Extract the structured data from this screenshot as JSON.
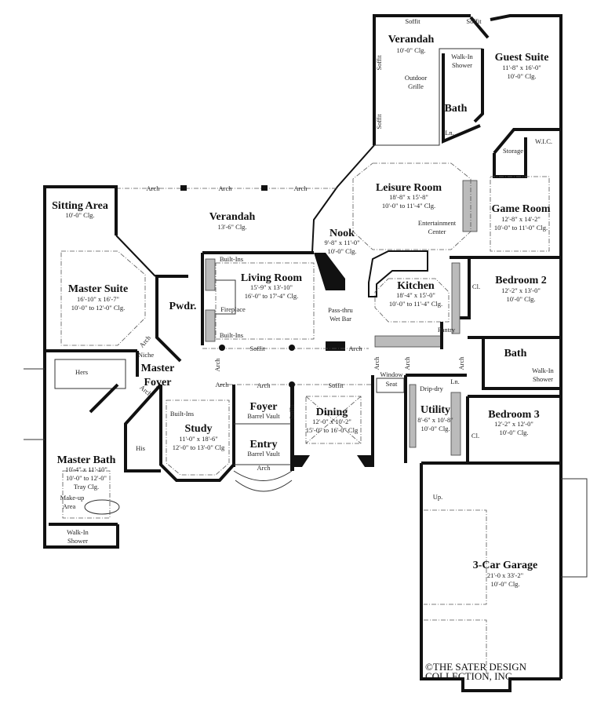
{
  "rooms": [
    {
      "name": "Verandah",
      "ceiling": "10'-0\" Clg."
    },
    {
      "name": "Guest Suite",
      "size": "11'-8\" x 16'-0\"",
      "ceiling": "10'-0\" Clg."
    },
    {
      "name": "Bath"
    },
    {
      "name": "Storage"
    },
    {
      "name": "W.I.C."
    },
    {
      "name": "Leisure Room",
      "size": "18'-8\" x 15'-8\"",
      "ceiling": "10'-0\" to 11'-4\" Clg."
    },
    {
      "name": "Game Room",
      "size": "12'-8\" x 14'-2\"",
      "ceiling": "10'-0\" to 11'-0\" Clg."
    },
    {
      "name": "Nook",
      "size": "9'-8\" x 11'-0\"",
      "ceiling": "10'-0\"  Clg."
    },
    {
      "name": "Kitchen",
      "size": "18'-4\" x 15'-0\"",
      "ceiling": "10'-0\" to 11'-4\" Clg."
    },
    {
      "name": "Bedroom 2",
      "size": "12'-2\" x 13'-0\"",
      "ceiling": "10'-0\"  Clg."
    },
    {
      "name": "Bath"
    },
    {
      "name": "Bedroom 3",
      "size": "12'-2\" x 12'-0\"",
      "ceiling": "10'-0\"  Clg."
    },
    {
      "name": "Utility",
      "size": "8'-6\" x 10'-8\"",
      "ceiling": "10'-0\" Clg."
    },
    {
      "name": "3-Car Garage",
      "size": "21'-0 x 33'-2\"",
      "ceiling": "10'-0\"  Clg."
    },
    {
      "name": "Sitting Area",
      "ceiling": "10'-0\" Clg."
    },
    {
      "name": "Verandah",
      "ceiling": "13'-6\" Clg."
    },
    {
      "name": "Master Suite",
      "size": "16'-10\" x 16'-7\"",
      "ceiling": "10'-0\" to 12'-0\" Clg."
    },
    {
      "name": "Pwdr."
    },
    {
      "name": "Living Room",
      "size": "15'-9\" x 13'-10\"",
      "ceiling": "16'-0\" to 17'-4\" Clg."
    },
    {
      "name": [
        "Master",
        "Foyer"
      ]
    },
    {
      "name": "Study",
      "size": "11'-0\" x 18'-6\"",
      "ceiling": "12'-0\" to 13'-0\" Clg"
    },
    {
      "name": "Foyer",
      "ceiling": "Barrel Vault"
    },
    {
      "name": "Entry",
      "ceiling": "Barrel Vault"
    },
    {
      "name": "Dining",
      "size": "12'-0\" x 10'-2\"",
      "ceiling": "15'-0\" to 16'-0\" Clg"
    },
    {
      "name": "Master Bath",
      "size": "10'-4\" x 11'-10\"",
      "ceiling": "10'-0\" to 12'-0\"",
      "note": "Tray Clg."
    }
  ],
  "notes": {
    "walk_in_shower": [
      "Walk-In",
      "Shower"
    ],
    "outdoor_grille": [
      "Outdoor",
      "Grille"
    ],
    "linen": "Ln.",
    "entertainment_center": [
      "Entertainment",
      "Center"
    ],
    "wet_bar": [
      "Pass-thru",
      "Wet Bar"
    ],
    "pantry": "Pantry",
    "closet": "Cl.",
    "drip_dry": "Drip-dry",
    "window_seat": [
      "Window",
      "Seat"
    ],
    "up": "Up.",
    "fireplace": "Fireplace",
    "built_ins": "Built-Ins",
    "niche": "Niche",
    "hers": "Hers",
    "his": "His",
    "makeup_area": [
      "Make-up",
      "Area"
    ],
    "arch": "Arch",
    "soffit": "Soffit"
  },
  "copyright": [
    "©THE SATER DESIGN",
    "COLLECTION, INC."
  ]
}
